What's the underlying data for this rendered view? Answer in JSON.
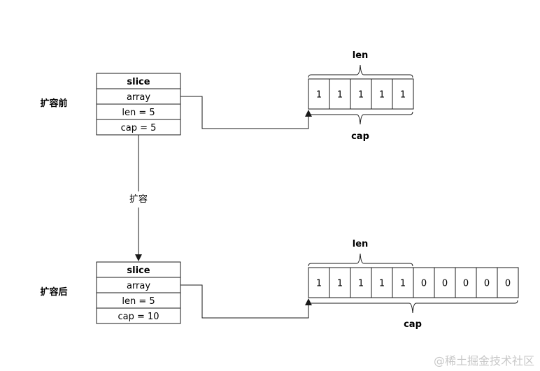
{
  "before": {
    "side_label": "扩容前",
    "struct": {
      "header": "slice",
      "fields": [
        "array",
        "len = 5",
        "cap = 5"
      ]
    },
    "array": {
      "values": [
        "1",
        "1",
        "1",
        "1",
        "1"
      ],
      "len_label": "len",
      "cap_label": "cap"
    }
  },
  "transition": {
    "label": "扩容"
  },
  "after": {
    "side_label": "扩容后",
    "struct": {
      "header": "slice",
      "fields": [
        "array",
        "len = 5",
        "cap = 10"
      ]
    },
    "array": {
      "values": [
        "1",
        "1",
        "1",
        "1",
        "1",
        "0",
        "0",
        "0",
        "0",
        "0"
      ],
      "len_label": "len",
      "cap_label": "cap"
    }
  },
  "watermark": "@稀土掘金技术社区"
}
